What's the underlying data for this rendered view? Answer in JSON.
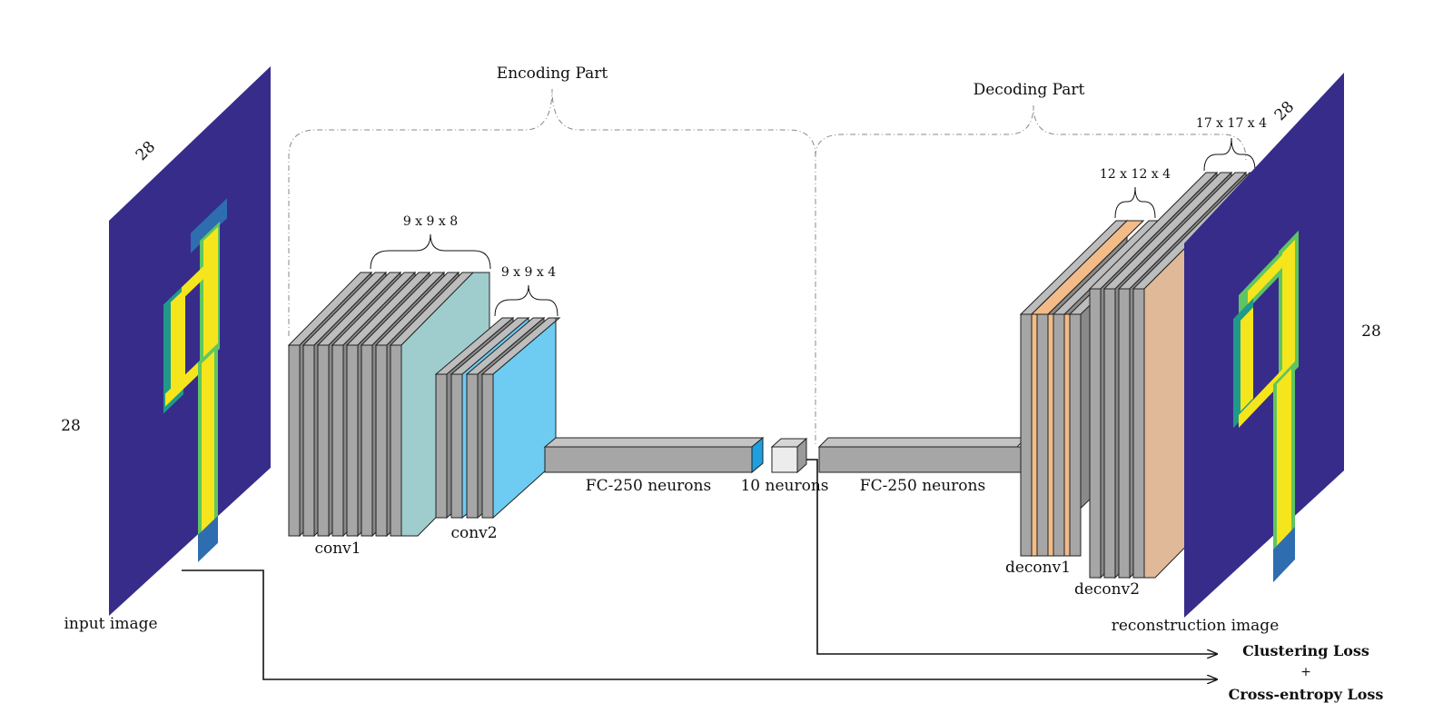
{
  "labels": {
    "encoding_part": "Encoding Part",
    "decoding_part": "Decoding Part",
    "input_image": "input image",
    "reconstruction_image": "reconstruction image",
    "input_height": "28",
    "input_width": "28",
    "recon_height": "28",
    "recon_width": "28",
    "conv1_dims": "9 x 9 x 8",
    "conv2_dims": "9 x 9 x 4",
    "deconv1_dims": "12 x 12 x 4",
    "deconv2_dims": "17 x 17 x 4",
    "conv1": "conv1",
    "conv2": "conv2",
    "deconv1": "deconv1",
    "deconv2": "deconv2",
    "fc_enc": "FC-250 neurons",
    "embedding": "10 neurons",
    "fc_dec": "FC-250 neurons",
    "clustering_loss": "Clustering Loss",
    "plus": "+",
    "cross_entropy_loss": "Cross-entropy Loss"
  },
  "colors": {
    "image_bg": "#372c8a",
    "digit_yellow": "#f5e51c",
    "digit_green": "#5fc562",
    "digit_teal": "#1f9a8a",
    "digit_blue": "#2e6db0",
    "gray_slab": "#a6a6a6",
    "gray_dark": "#7a7a7a",
    "conv1_last": "#9fcdcd",
    "conv2_last": "#6ecbf2",
    "fc_end": "#1e9fe0",
    "deconv_orange": "#f3bb88",
    "deconv_last": "#e0b998",
    "line": "#111111",
    "dashed": "#888888"
  }
}
